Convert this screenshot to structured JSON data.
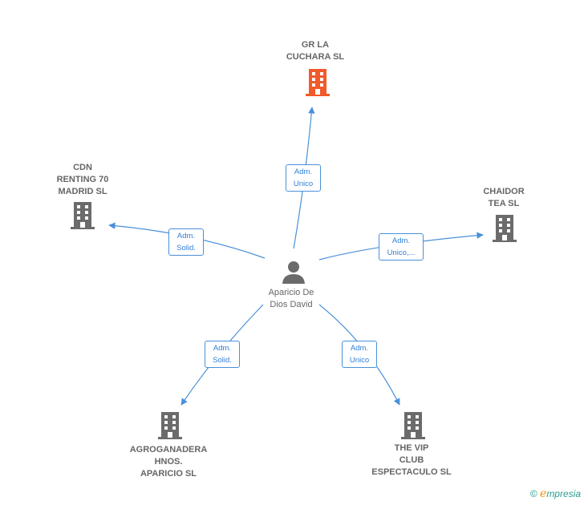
{
  "center": {
    "name": "Aparicio De\nDios David",
    "icon": "person-icon"
  },
  "companies": [
    {
      "id": "gr-la-cuchara",
      "name": "GR LA\nCUCHARA  SL",
      "color": "#f15a2b",
      "icon": "building-icon",
      "role": "Adm.\nUnico"
    },
    {
      "id": "cdn-renting",
      "name": "CDN\nRENTING 70\nMADRID SL",
      "color": "#6b6b6b",
      "icon": "building-icon",
      "role": "Adm.\nSolid."
    },
    {
      "id": "chaidor-tea",
      "name": "CHAIDOR\nTEA  SL",
      "color": "#6b6b6b",
      "icon": "building-icon",
      "role": "Adm.\nUnico,..."
    },
    {
      "id": "agroganadera",
      "name": "AGROGANADERA\nHNOS.\nAPARICIO  SL",
      "color": "#6b6b6b",
      "icon": "building-icon",
      "role": "Adm.\nSolid."
    },
    {
      "id": "the-vip-club",
      "name": "THE VIP\nCLUB\nESPECTACULO SL",
      "color": "#6b6b6b",
      "icon": "building-icon",
      "role": "Adm.\nUnico"
    }
  ],
  "colors": {
    "edge": "#4a90d9",
    "person": "#6b6b6b"
  },
  "footer": {
    "copyright": "©",
    "brand_e": "e",
    "brand_rest": "mpresia"
  }
}
